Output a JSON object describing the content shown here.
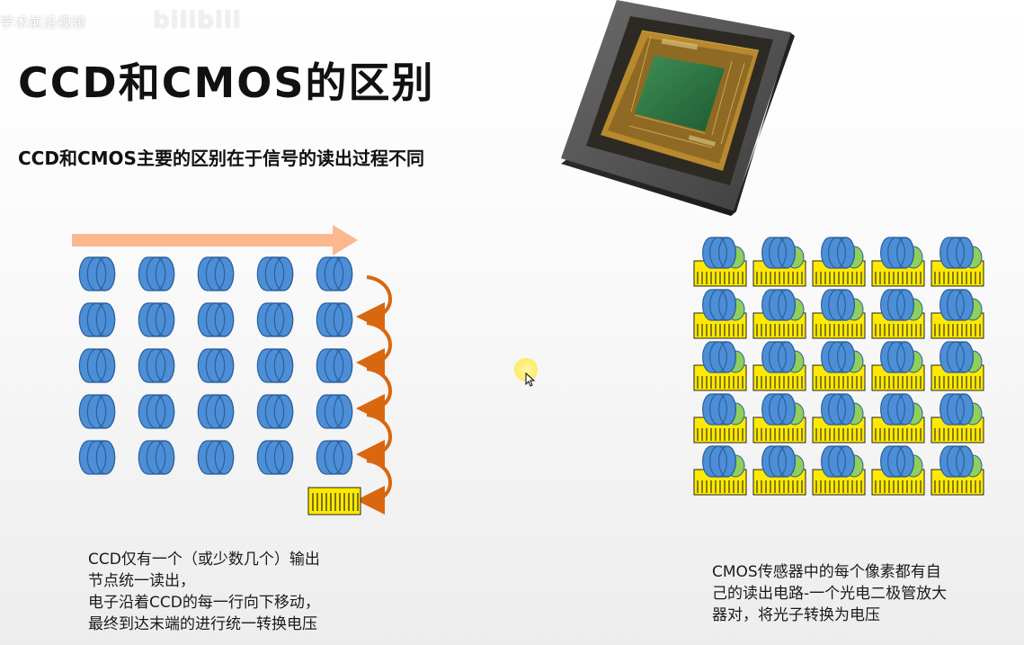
{
  "watermark": {
    "text": "学术前沿视频",
    "logo": "bilibili"
  },
  "slide": {
    "title": "CCD和CMOS的区别",
    "subtitle": "CCD和CMOS主要的区别在于信号的读出过程不同"
  },
  "ccd_caption": {
    "lines": [
      "CCD仅有一个（或少数几个）输出",
      "节点统一读出，",
      "电子沿着CCD的每一行向下移动，",
      "最终到达末端的进行统一转换电压"
    ]
  },
  "cmos_caption": {
    "lines": [
      "CMOS传感器中的每个像素都有自",
      "己的读出电路-一个光电二极管放大",
      "器对，将光子转换为电压"
    ]
  },
  "diagram": {
    "ccd_grid": {
      "rows": 5,
      "cols": 5
    },
    "cmos_grid": {
      "rows": 5,
      "cols": 5
    },
    "colors": {
      "pixel_blue": "#4d8fd6",
      "pixel_stroke": "#2b5f9e",
      "readout_yellow": "#ffe900",
      "arrow_peach": "#fbb88e",
      "arrow_orange": "#d9670f",
      "amp_green": "#8fcf5a"
    }
  },
  "icons": {
    "chip": "sensor-chip-icon",
    "cursor": "mouse-cursor-icon"
  }
}
